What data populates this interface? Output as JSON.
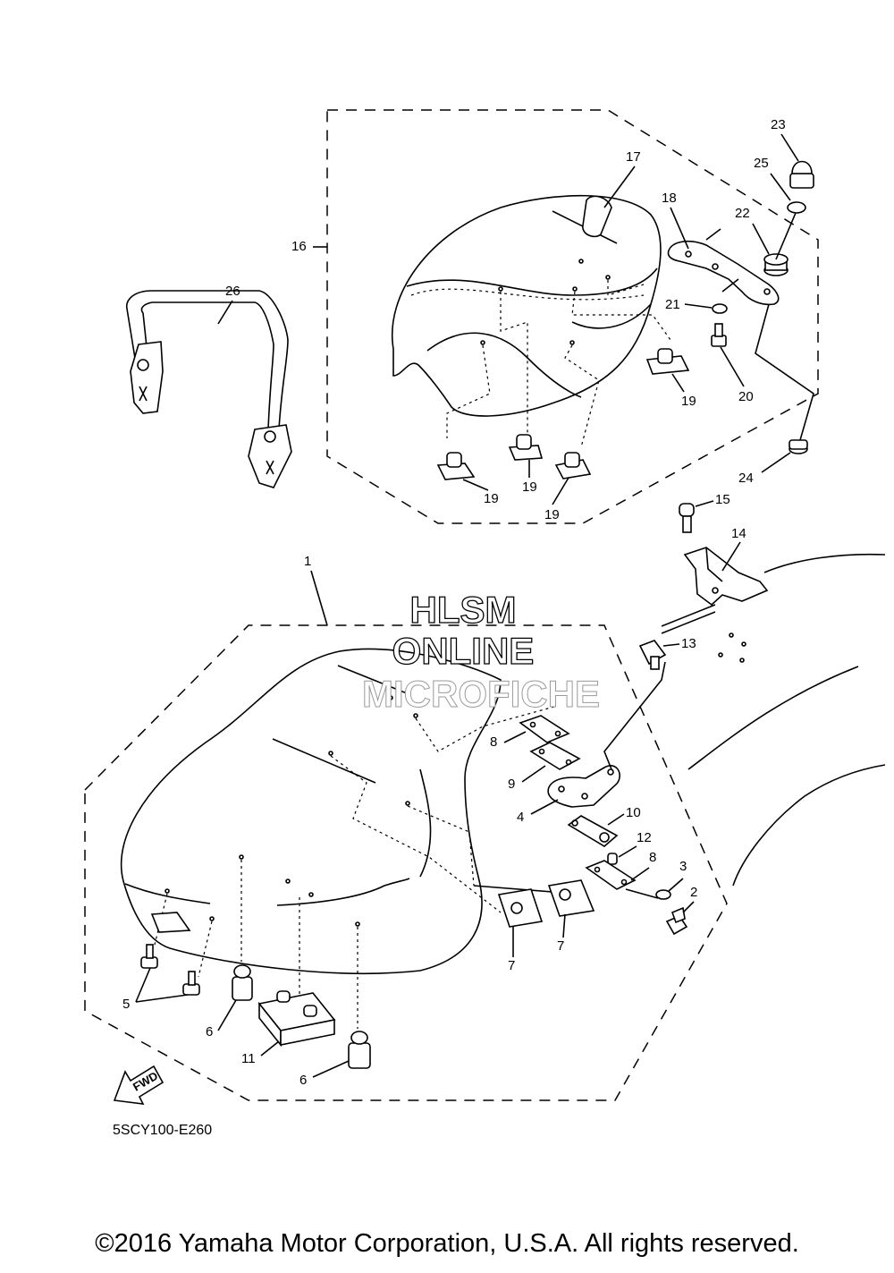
{
  "diagram_code": "5SCY100-E260",
  "copyright": "©2016 Yamaha Motor Corporation, U.S.A. All rights reserved.",
  "watermark": {
    "line1": "HLSM",
    "line2": "ONLINE",
    "line3": "MICROFICHE"
  },
  "direction_label": "FWD",
  "callouts": {
    "c1": "1",
    "c2": "2",
    "c3": "3",
    "c4": "4",
    "c5": "5",
    "c6a": "6",
    "c6b": "6",
    "c7a": "7",
    "c7b": "7",
    "c8a": "8",
    "c8b": "8",
    "c9": "9",
    "c10": "10",
    "c11": "11",
    "c12": "12",
    "c13": "13",
    "c14": "14",
    "c15": "15",
    "c16": "16",
    "c17": "17",
    "c18": "18",
    "c19a": "19",
    "c19b": "19",
    "c19c": "19",
    "c19d": "19",
    "c20": "20",
    "c21": "21",
    "c22": "22",
    "c23": "23",
    "c24": "24",
    "c25": "25",
    "c26": "26"
  }
}
